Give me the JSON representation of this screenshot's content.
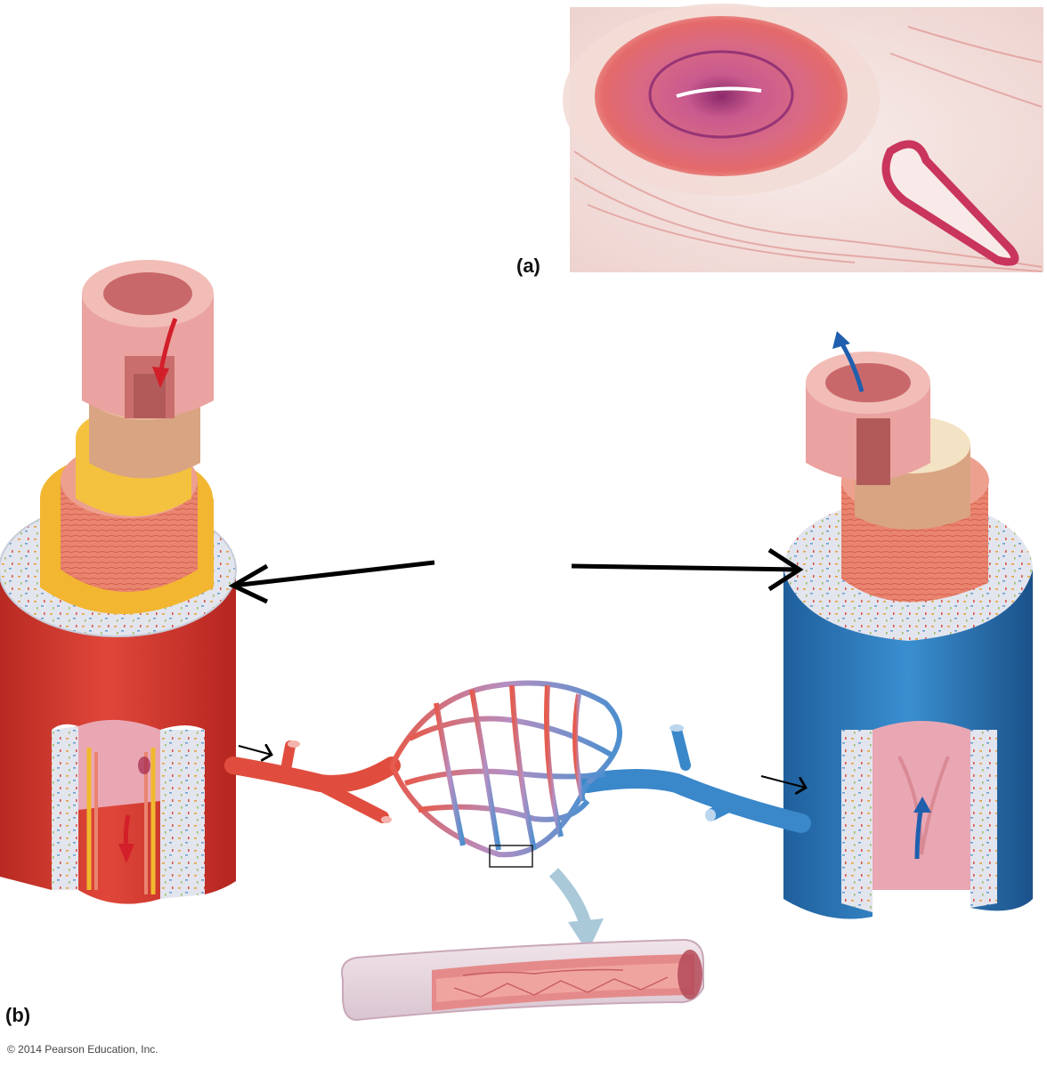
{
  "panels": {
    "a_label": "(a)",
    "b_label": "(b)"
  },
  "copyright": "© 2014 Pearson Education, Inc.",
  "colors": {
    "artery": "#d8392c",
    "artery_dark": "#a8231b",
    "vein": "#2f7fc1",
    "vein_dark": "#1d5a93",
    "intima": "#e6a3a0",
    "media": "#e9826f",
    "elastic": "#f0b92e",
    "adventitia": "#dde0ea",
    "micrograph_bg": "#f4e6e3"
  },
  "icons": [
    "red-flow-arrow",
    "blue-flow-arrow",
    "black-pointer-arrow",
    "light-blue-curved-arrow"
  ]
}
